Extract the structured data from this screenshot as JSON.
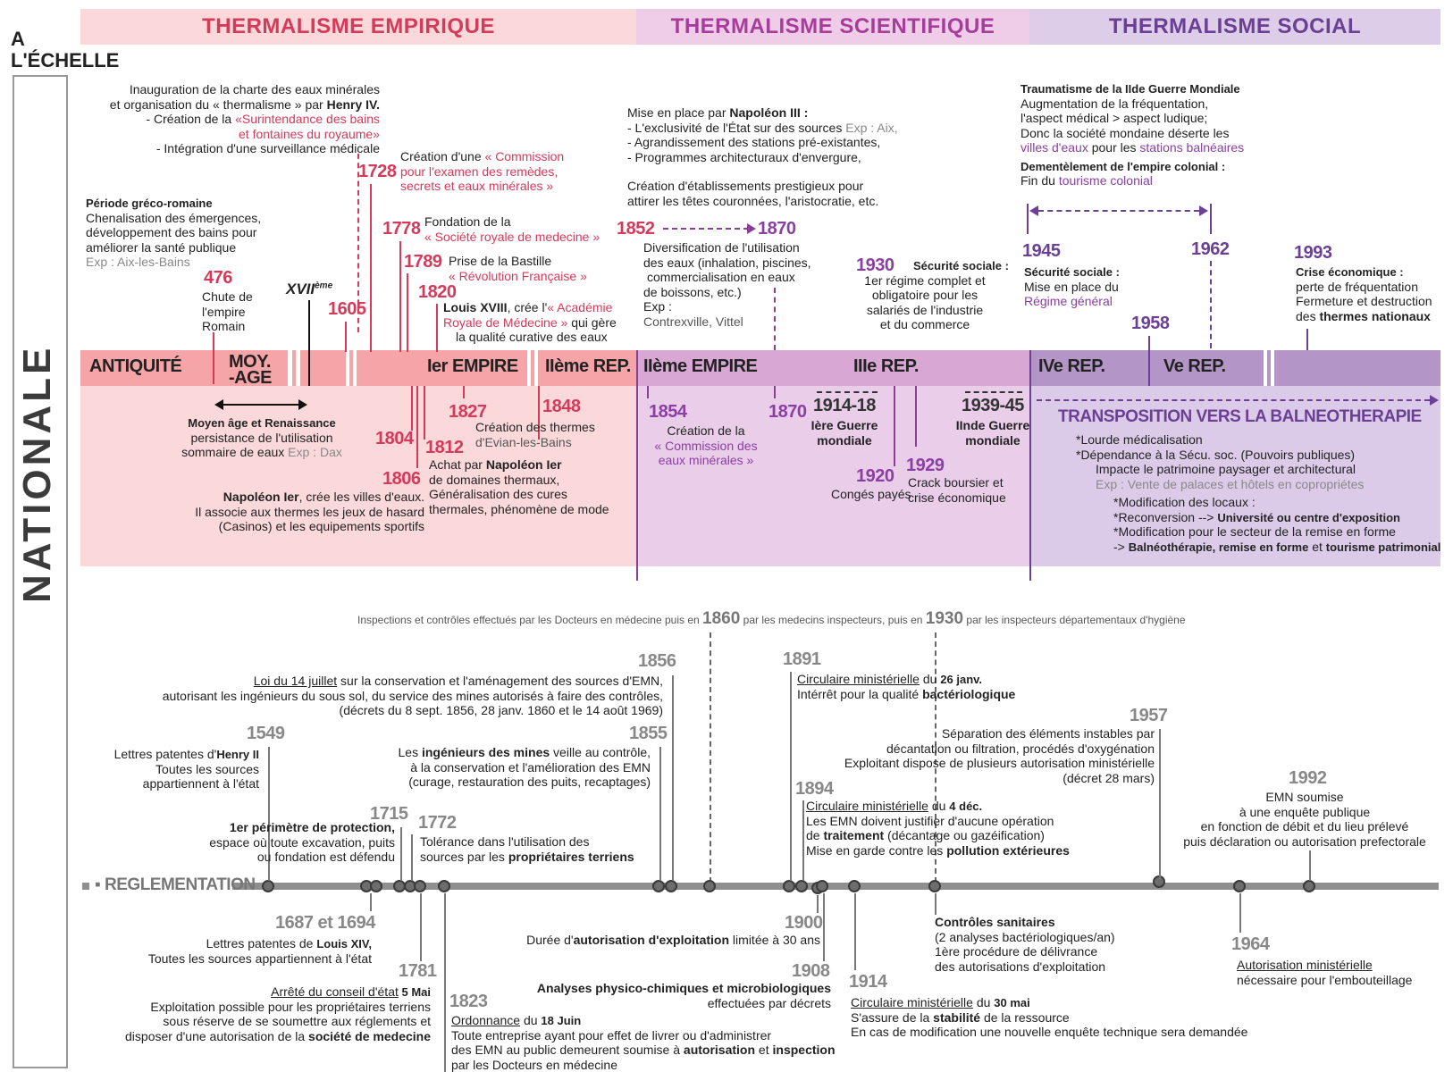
{
  "scale_label": {
    "l1": "A",
    "l2": "L'ÉCHELLE"
  },
  "nationale": "NATIONALE",
  "headers": [
    {
      "label": "THERMALISME EMPIRIQUE",
      "color": "#d43a5a",
      "bg": "#fbd9da"
    },
    {
      "label": "THERMALISME SCIENTIFIQUE",
      "color": "#a83c9b",
      "bg": "#efcde9"
    },
    {
      "label": "THERMALISME SOCIAL",
      "color": "#6a3f94",
      "bg": "#ddcde9"
    }
  ],
  "eras": [
    "ANTIQUITÉ",
    "MOY.",
    "-AGE",
    "Ier EMPIRE",
    "IIème REP.",
    "IIème EMPIRE",
    "IIIe REP.",
    "IVe REP.",
    "Ve REP."
  ],
  "top": {
    "henry4": {
      "l1": "Inauguration de la charte des eaux minérales",
      "l2a": "et organisation du « thermalisme » par ",
      "l2b": "Henry IV.",
      "l3a": "- Création de la ",
      "l3b": "«Surintendance des bains",
      "l4": "et fontaines du royaume»",
      "l5": "- Intégration d'une surveillance médicale"
    },
    "greco": {
      "l1": "Période gréco-romaine",
      "l2": "Chenalisation des émergences,",
      "l3": "développement des bains pour",
      "l4": "améliorer la santé publique",
      "l5": "Exp : Aix-les-Bains"
    },
    "y476": "476",
    "chute": {
      "l1": "Chute de",
      "l2": "l'empire",
      "l3": "Romain"
    },
    "xvii": "XVII",
    "xvii_sup": "ème",
    "y1605": "1605",
    "y1728": "1728",
    "commission": {
      "l1a": "Création d'une ",
      "l1b": "« Commission",
      "l2": "pour l'examen des remèdes,",
      "l3": "secrets et eaux minérales »"
    },
    "y1778": "1778",
    "societe": {
      "l1": "Fondation de la",
      "l2": "« Société royale de medecine »"
    },
    "y1789": "1789",
    "bastille": {
      "l1": "Prise de la Bastille",
      "l2": "« Révolution Française »"
    },
    "y1820": "1820",
    "louis18": {
      "l1a": "Louis XVIII",
      "l1b": ", crée l'",
      "l1c": "« Académie",
      "l2a": "Royale de Médecine »",
      "l2b": " qui gère",
      "l3": "la qualité curative des eaux"
    },
    "nap3": {
      "l1a": "Mise en place par ",
      "l1b": "Napoléon III :",
      "l2a": "- L'exclusivité de l'État sur des sources ",
      "l2b": "Exp : Aix,",
      "l3": "- Agrandissement des stations pré-existantes,",
      "l4": "- Programmes architecturaux d'envergure,",
      "l5": "Création d'établissements prestigieux pour",
      "l6": "attirer les têtes couronnées, l'aristocratie, etc."
    },
    "y1852": "1852",
    "y1870a": "1870",
    "diversif": {
      "l1": "Diversification de l'utilisation",
      "l2": "des eaux (inhalation, piscines,",
      "l3": "commercialisation en eaux",
      "l4": "de boissons, etc.)",
      "l5": "Exp :",
      "l6": "Contrexville, Vittel"
    },
    "y1930": "1930",
    "secu30": {
      "l1": "Sécurité sociale :",
      "l2": "1er régime complet et",
      "l3": "obligatoire pour les",
      "l4": "salariés de l'industrie",
      "l5": "et du commerce"
    },
    "trauma": {
      "l1": "Traumatisme de la IIde Guerre Mondiale",
      "l2": "Augmentation de la fréquentation,",
      "l3": "l'aspect médical > aspect ludique;",
      "l4": "Donc la société mondaine déserte les",
      "l5a": "villes d'eaux",
      "l5b": " pour les ",
      "l5c": "stations balnéaires",
      "l6": "Dementèlement de l'empire colonial :",
      "l7a": "Fin du ",
      "l7b": "tourisme colonial"
    },
    "y1945": "1945",
    "y1962": "1962",
    "y1993": "1993",
    "secu45": {
      "l1": "Sécurité sociale :",
      "l2": "Mise en place du",
      "l3": "Régime général"
    },
    "crise93": {
      "l1": "Crise économique :",
      "l2": "perte de fréquentation",
      "l3": "Fermeture et destruction",
      "l4a": "des ",
      "l4b": "thermes nationaux"
    },
    "y1958": "1958"
  },
  "bottom": {
    "moyenage": {
      "l1": "Moyen âge et Renaissance",
      "l2": "persistance de l'utilisation",
      "l3a": "sommaire de eaux ",
      "l3b": "Exp : Dax"
    },
    "y1827": "1827",
    "y1848": "1848",
    "evian": {
      "l1": "Création des thermes",
      "l2": "d'Evian-les-Bains"
    },
    "y1804": "1804",
    "y1812": "1812",
    "y1806": "1806",
    "achat": {
      "l1a": "Achat par ",
      "l1b": "Napoléon Ier",
      "l2": "de domaines thermaux,",
      "l3": "Généralisation des cures",
      "l4": "thermales, phénomène de mode"
    },
    "nap1": {
      "l1a": "Napoléon Ier",
      "l1b": ", crée les villes d'eaux.",
      "l2": "Il associe aux thermes les jeux de hasard",
      "l3": "(Casinos) et les equipements sportifs"
    },
    "y1854": "1854",
    "commission54": {
      "l1": "Création de la",
      "l2": "« Commission des",
      "l3": "eaux minérales »"
    },
    "y1870b": "1870",
    "y1914": "1914-18",
    "guerre1": {
      "l1": "Ière Guerre",
      "l2": "mondiale"
    },
    "y1920": "1920",
    "conges": "Congés payés",
    "y1929": "1929",
    "crack": {
      "l1": "Crack boursier et",
      "l2": "crise économique"
    },
    "y1939": "1939-45",
    "guerre2": {
      "l1": "IInde Guerre",
      "l2": "mondiale"
    },
    "balneo": {
      "title": "TRANSPOSITION VERS LA BALNEOTHERAPIE",
      "l1": "*Lourde médicalisation",
      "l2": "*Dépendance à la Sécu. soc. (Pouvoirs publiques)",
      "l3": "Impacte le patrimoine paysager et architectural",
      "l4": "Exp : Vente de palaces et hôtels en copropriétes",
      "l5": "*Modification des locaux :",
      "l6a": "*Reconversion --> ",
      "l6b": "Université ou centre d'exposition",
      "l7": "*Modification pour le secteur de la remise en forme",
      "l8a": "-> ",
      "l8b": "Balnéothérapie, remise en forme",
      "l8c": " et ",
      "l8d": "tourisme patrimonial"
    }
  },
  "regl": {
    "label": "REGLEMENTATION",
    "inspections": {
      "a": "Inspections et contrôles effectués par les Docteurs en médecine puis en",
      "y1": "1860",
      "b": "par les medecins inspecteurs, puis en",
      "y2": "1930",
      "c": "par les inspecteurs départementaux d'hygiène"
    },
    "y1856": "1856",
    "loi": {
      "l1a": "Loi du 14 juillet",
      "l1b": " sur la conservation et l'aménagement des sources d'EMN,",
      "l2": "autorisant les ingénieurs du sous sol, du service des mines autorisés à faire des contrôles,",
      "l3": "(décrets du 8 sept. 1856, 28 janv. 1860 et le 14 août 1969)"
    },
    "y1549": "1549",
    "henry2": {
      "l1a": "Lettres patentes d'",
      "l1b": "Henry II",
      "l2": "Toutes les sources",
      "l3": "appartiennent à l'état"
    },
    "y1855": "1855",
    "mines": {
      "l1a": "Les ",
      "l1b": "ingénieurs des mines",
      "l1c": " veille au contrôle,",
      "l2": "à la conservation et l'amélioration des EMN",
      "l3": "(curage, restauration des puits, recaptages)"
    },
    "y1715": "1715",
    "y1772": "1772",
    "perimetre": {
      "l1a": "1er ",
      "l1b": "périmètre de protection,",
      "l2": "espace où toute excavation, puits",
      "l3": "ou fondation est défendu"
    },
    "tolerance": {
      "l1": "Tolérance dans l'utilisation des",
      "l2a": "sources par les ",
      "l2b": "propriétaires terriens"
    },
    "y1891": "1891",
    "circ91": {
      "l1a": "Circulaire ministérielle",
      "l1b": " du ",
      "l1c": "26 janv.",
      "l2a": "Intérrêt pour la qualité ",
      "l2b": "bactériologique"
    },
    "separation": {
      "l1": "Séparation des éléments instables par",
      "l2": "décantation ou filtration, procédés d'oxygénation",
      "l3": "Exploitant dispose de plusieurs autorisation ministérielle",
      "l4": "(décret 28 mars)"
    },
    "y1957": "1957",
    "y1894": "1894",
    "circ94": {
      "l1a": "Circulaire ministérielle",
      "l1b": " du ",
      "l1c": "4 déc.",
      "l2": "Les EMN doivent justifier d'aucune opération",
      "l3a": "de ",
      "l3b": "traitement",
      "l3c": " (décantage ou gazéification)",
      "l4a": "Mise en garde contre les ",
      "l4b": "pollution extérieures"
    },
    "y1992": "1992",
    "emn92": {
      "l1": "EMN soumise",
      "l2": "à une enquête publique",
      "l3": "en fonction de débit et du lieu prélevé",
      "l4": "puis déclaration ou autorisation prefectorale"
    },
    "y1687": "1687 et 1694",
    "louis14": {
      "l1a": "Lettres patentes de ",
      "l1b": "Louis XIV,",
      "l2": "Toutes les sources appartiennent à l'état"
    },
    "y1781": "1781",
    "arrete": {
      "l1a": "Arrêté du conseil d'état",
      "l1b": " 5 Mai",
      "l2": "Exploitation possible pour les propriétaires terriens",
      "l3": "sous réserve de se soumettre aux réglements et",
      "l4a": "disposer d'une autorisation de la ",
      "l4b": "société de medecine"
    },
    "y1823": "1823",
    "ordonnance": {
      "l1a": "Ordonnance",
      "l1b": " du ",
      "l1c": "18 Juin",
      "l2": "Toute entreprise ayant pour effet de livrer ou d'administrer",
      "l3a": "des EMN au public demeurent soumise à ",
      "l3b": "autorisation",
      "l3c": " et ",
      "l3d": "inspection",
      "l4": "par les Docteurs en médecine"
    },
    "y1900": "1900",
    "duree": {
      "l1a": "Durée d'",
      "l1b": "autorisation d'exploitation",
      "l1c": " limitée à 30 ans"
    },
    "y1908": "1908",
    "analyses": {
      "l1": "Analyses physico-chimiques et microbiologiques",
      "l2": "effectuées par décrets"
    },
    "y1914": "1914",
    "circ14": {
      "l1a": "Circulaire ministérielle",
      "l1b": " du ",
      "l1c": "30 mai",
      "l2a": "S'assure de la ",
      "l2b": "stabilité",
      "l2c": " de la ressource",
      "l3": "En cas de modification une nouvelle enquête technique sera demandée"
    },
    "controles": {
      "l1": "Contrôles sanitaires",
      "l2": "(2 analyses bactériologiques/an)",
      "l3": "1ère procédure de délivrance",
      "l4": "des autorisations d'exploitation"
    },
    "y1964": "1964",
    "auto64": {
      "l1": "Autorisation ministérielle",
      "l2": "nécessaire pour l'embouteillage"
    }
  }
}
